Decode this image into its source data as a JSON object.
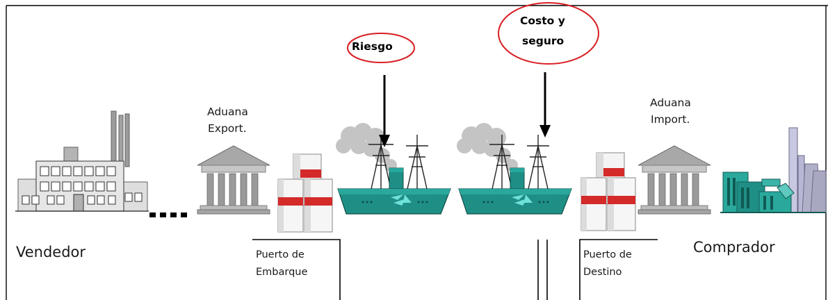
{
  "labels": {
    "vendedor": "Vendedor",
    "comprador": "Comprador",
    "aduana_export_1": "Aduana",
    "aduana_export_2": "Export.",
    "aduana_import_1": "Aduana",
    "aduana_import_2": "Import.",
    "puerto_embarque_1": "Puerto de",
    "puerto_embarque_2": "Embarque",
    "puerto_destino_1": "Puerto de",
    "puerto_destino_2": "Destino",
    "riesgo": "Riesgo",
    "costo_1": "Costo y",
    "costo_2": "seguro"
  },
  "icons": {
    "seller": "factory-icon",
    "export_customs": "customs-building-icon",
    "origin_containers": "container-stack-icon",
    "ship_1": "steamship-icon",
    "ship_2": "steamship-icon",
    "destination_containers": "container-stack-icon",
    "import_customs": "customs-building-icon",
    "buyer": "industrial-plant-icon"
  },
  "colors": {
    "highlight_ellipse": "#d81e24",
    "ship_hull": "#1f8f86",
    "container_stripe": "#d42a2a",
    "plant_teal": "#2aa89c"
  }
}
